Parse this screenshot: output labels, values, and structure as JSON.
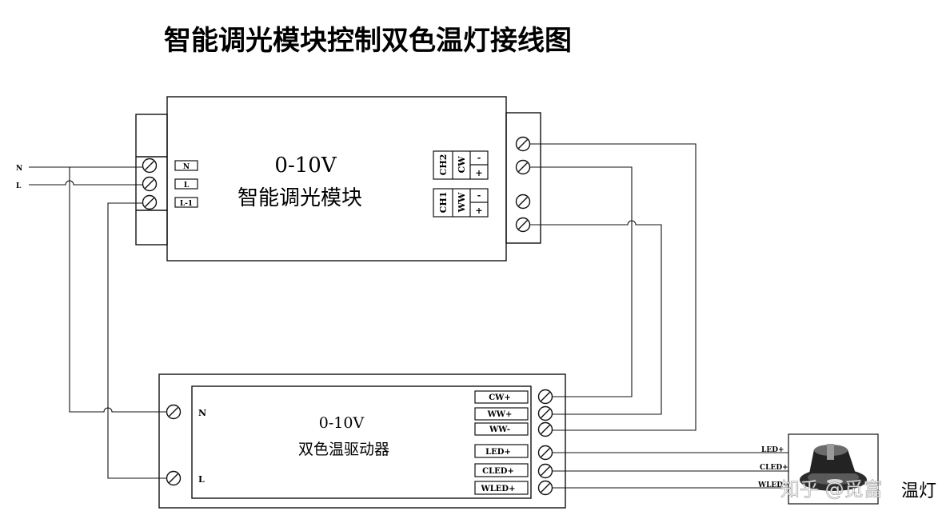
{
  "title": "智能调光模块控制双色温灯接线图",
  "mains": {
    "n": "N",
    "l": "L"
  },
  "dimmer": {
    "line1": "0-10V",
    "line2": "智能调光模块",
    "terminals": [
      "N",
      "L",
      "L-1"
    ],
    "ch2": "CH2",
    "ch2_color": "CW",
    "ch1": "CH1",
    "ch1_color": "WW",
    "minus": "-",
    "plus": "+"
  },
  "driver": {
    "line1": "0-10V",
    "line2": "双色温驱动器",
    "in_n": "N",
    "in_l": "L",
    "outputs": [
      "CW+",
      "WW+",
      "WW-",
      "LED+",
      "CLED+",
      "WLED+"
    ]
  },
  "lamp": {
    "labels": [
      "LED+",
      "CLED+",
      "WLED+"
    ],
    "caption": "温灯"
  },
  "watermark": "知乎 @觅富"
}
